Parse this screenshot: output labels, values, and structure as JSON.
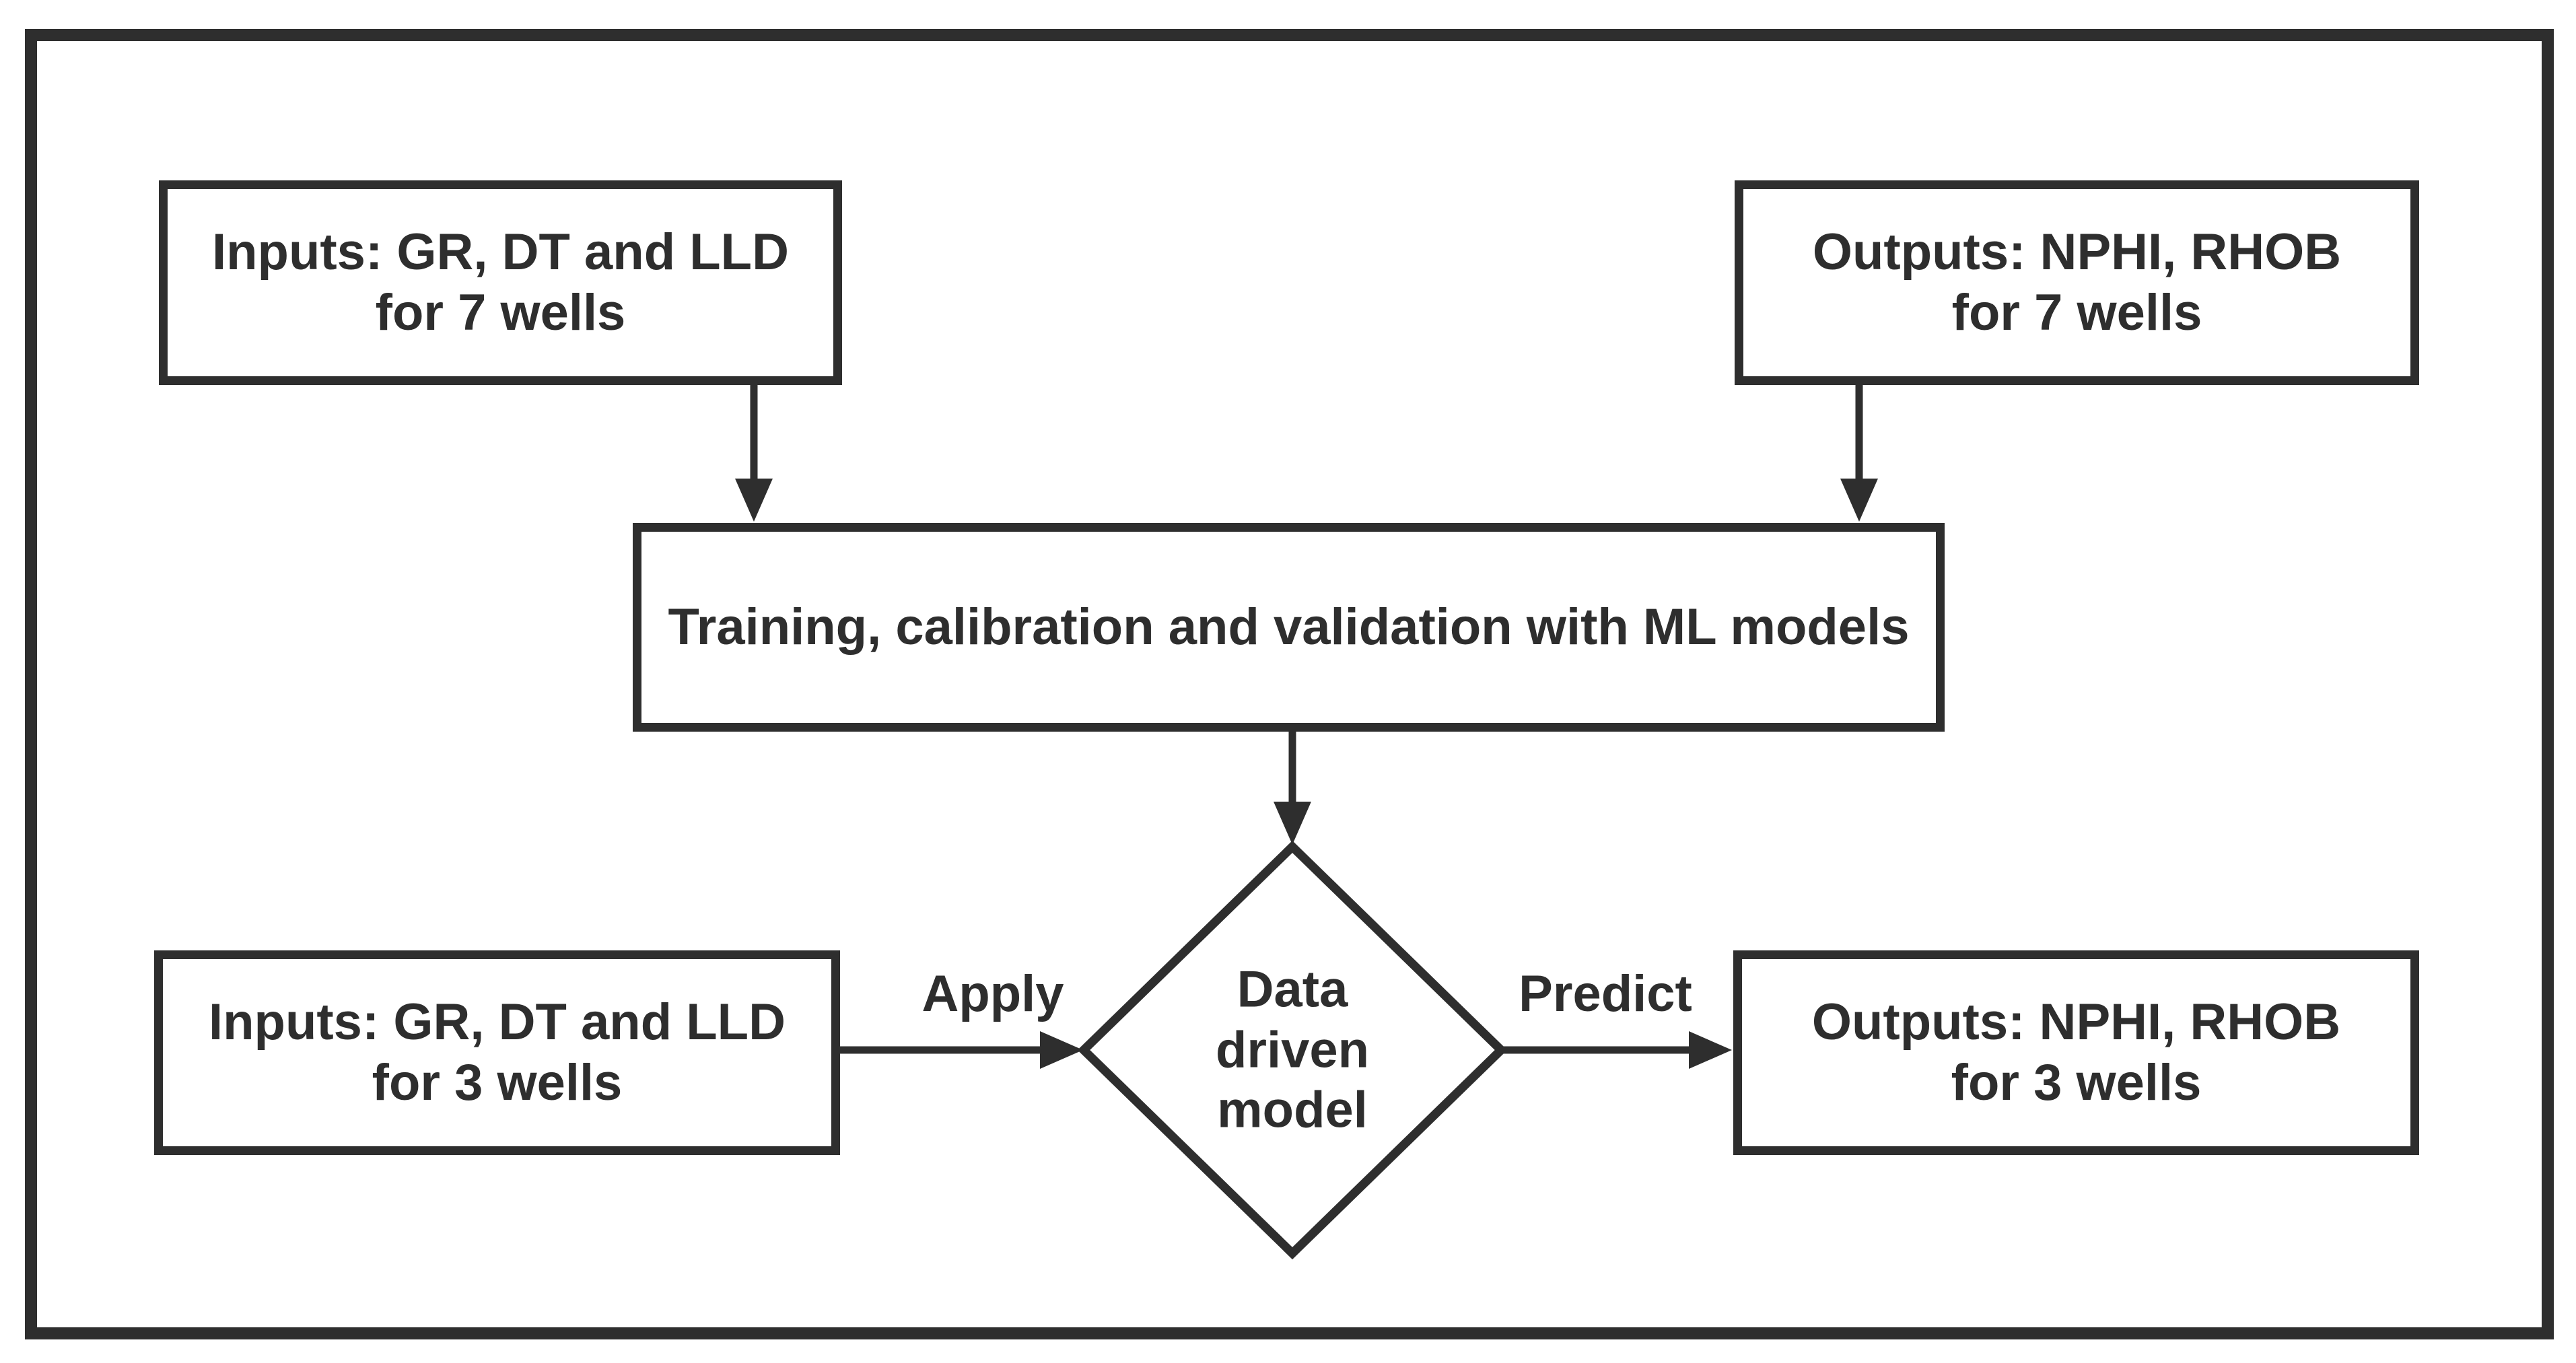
{
  "flowchart": {
    "colors": {
      "ink": "#2e2e2e",
      "background": "#ffffff"
    },
    "nodes": {
      "inputs_7_wells": {
        "shape": "rect",
        "label": "Inputs: GR, DT and LLD\nfor 7 wells"
      },
      "outputs_7_wells": {
        "shape": "rect",
        "label": "Outputs: NPHI, RHOB\nfor 7 wells"
      },
      "training": {
        "shape": "rect",
        "label": "Training, calibration and validation with ML models"
      },
      "inputs_3_wells": {
        "shape": "rect",
        "label": "Inputs: GR, DT and LLD\nfor 3 wells"
      },
      "data_driven_model": {
        "shape": "diamond",
        "label": "Data\ndriven\nmodel"
      },
      "outputs_3_wells": {
        "shape": "rect",
        "label": "Outputs: NPHI, RHOB\nfor 3 wells"
      }
    },
    "edge_labels": {
      "apply": "Apply",
      "predict": "Predict"
    },
    "connections": [
      {
        "from": "inputs_7_wells",
        "to": "training",
        "label": ""
      },
      {
        "from": "outputs_7_wells",
        "to": "training",
        "label": ""
      },
      {
        "from": "training",
        "to": "data_driven_model",
        "label": ""
      },
      {
        "from": "inputs_3_wells",
        "to": "data_driven_model",
        "label": "Apply"
      },
      {
        "from": "data_driven_model",
        "to": "outputs_3_wells",
        "label": "Predict"
      }
    ]
  }
}
